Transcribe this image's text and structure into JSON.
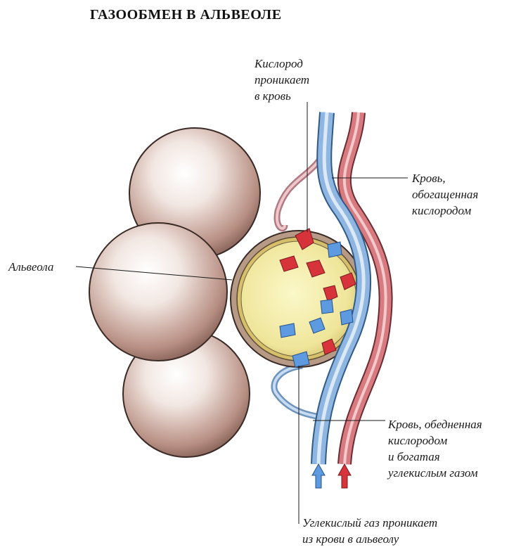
{
  "title": "ГАЗООБМЕН В АЛЬВЕОЛЕ",
  "labels": {
    "oxygen_enters": "Кислород\nпроникает\nв кровь",
    "enriched_blood": "Кровь,\nобогащенная\nкислородом",
    "alveola": "Альвеола",
    "depleted_blood": "Кровь, обедненная\nкислородом\nи богатая\nуглекислым газом",
    "co2_enters": "Углекислый газ проникает\nиз крови в альвеолу"
  },
  "colors": {
    "vein_blue": "#8fb6e0",
    "artery_red": "#d77b80",
    "sac": "#c9a79b",
    "alveola_fill": "#f3eca0",
    "arrow_red": "#d6333a",
    "arrow_blue": "#5e9ae0"
  }
}
